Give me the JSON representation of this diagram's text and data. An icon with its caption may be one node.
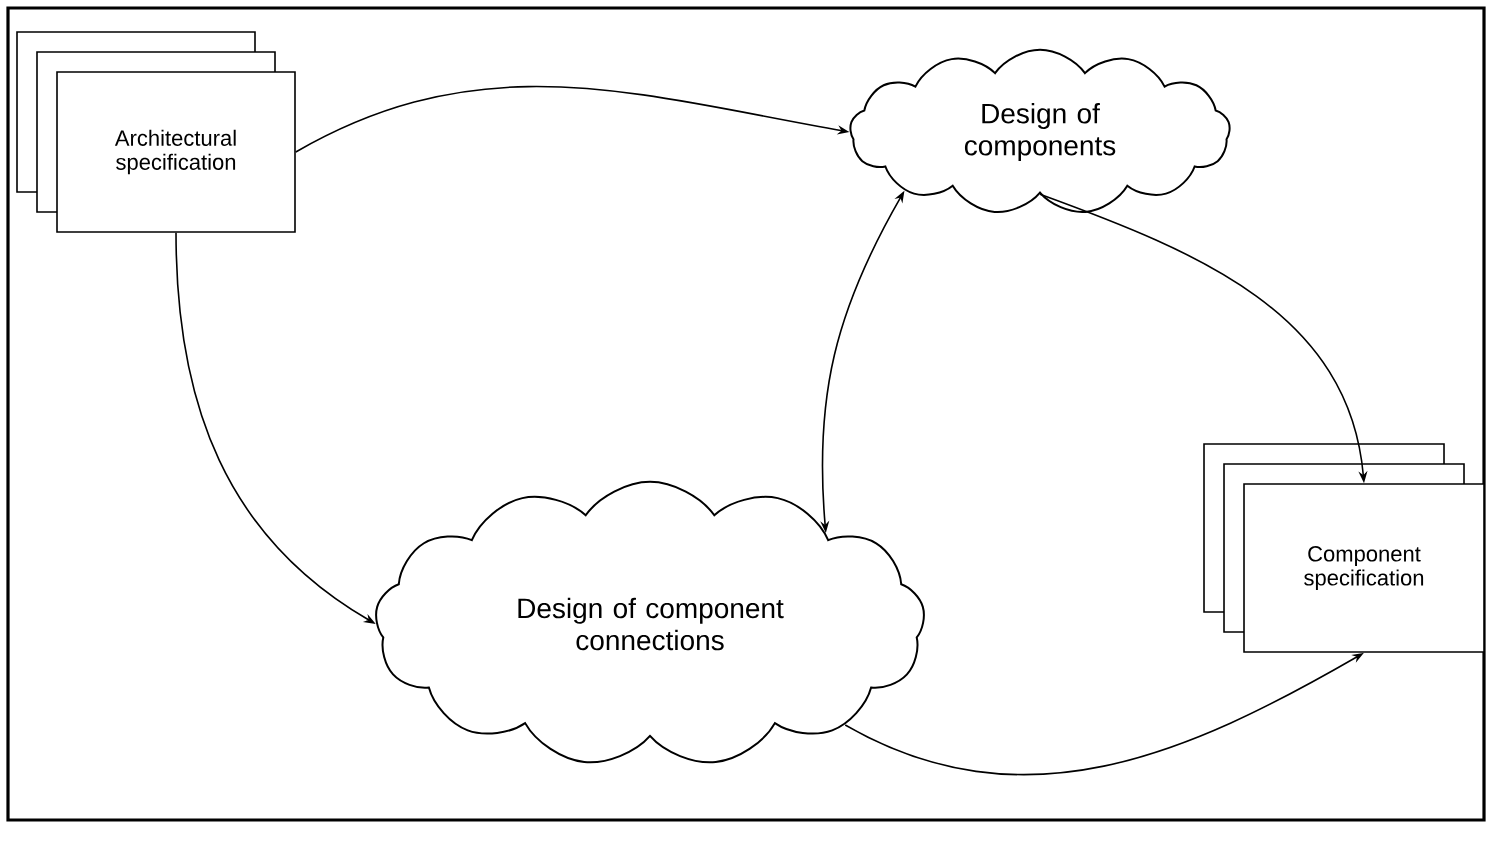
{
  "diagram": {
    "nodes": [
      {
        "text": [
          "Architectural specification"
        ]
      },
      {
        "text": [
          "Design of components"
        ]
      },
      {
        "text": [
          "Design of component connections"
        ]
      },
      {
        "text": [
          "Component specification"
        ]
      }
    ],
    "edges": [
      {
        "from": 0,
        "to": 1,
        "arrow": "to"
      },
      {
        "from": 0,
        "to": 2,
        "arrow": "to"
      },
      {
        "from": 2,
        "to": 1,
        "arrow": "both"
      },
      {
        "from": 1,
        "to": 3,
        "arrow": "to"
      },
      {
        "from": 2,
        "to": 3,
        "arrow": "to"
      }
    ]
  }
}
